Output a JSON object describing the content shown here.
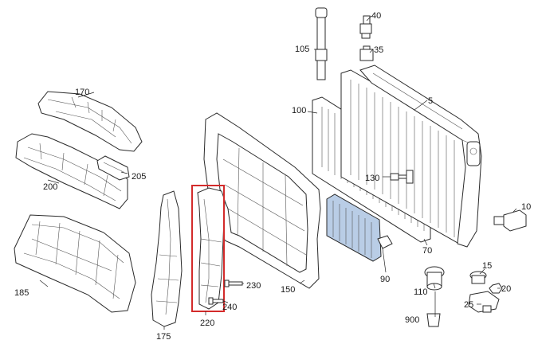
{
  "diagram": {
    "colors": {
      "highlight_box": "#d32b2b",
      "cooler_fill": "#b9cde6",
      "line": "#1f1f1f",
      "background": "#ffffff"
    },
    "labels": {
      "p5": "5",
      "p10": "10",
      "p15": "15",
      "p20": "20",
      "p25": "25",
      "p35": "35",
      "p40": "40",
      "p70": "70",
      "p90": "90",
      "p100": "100",
      "p105": "105",
      "p110": "110",
      "p130": "130",
      "p150": "150",
      "p170": "170",
      "p175": "175",
      "p185": "185",
      "p200": "200",
      "p205": "205",
      "p220": "220",
      "p230": "230",
      "p240": "240",
      "p900": "900"
    }
  }
}
